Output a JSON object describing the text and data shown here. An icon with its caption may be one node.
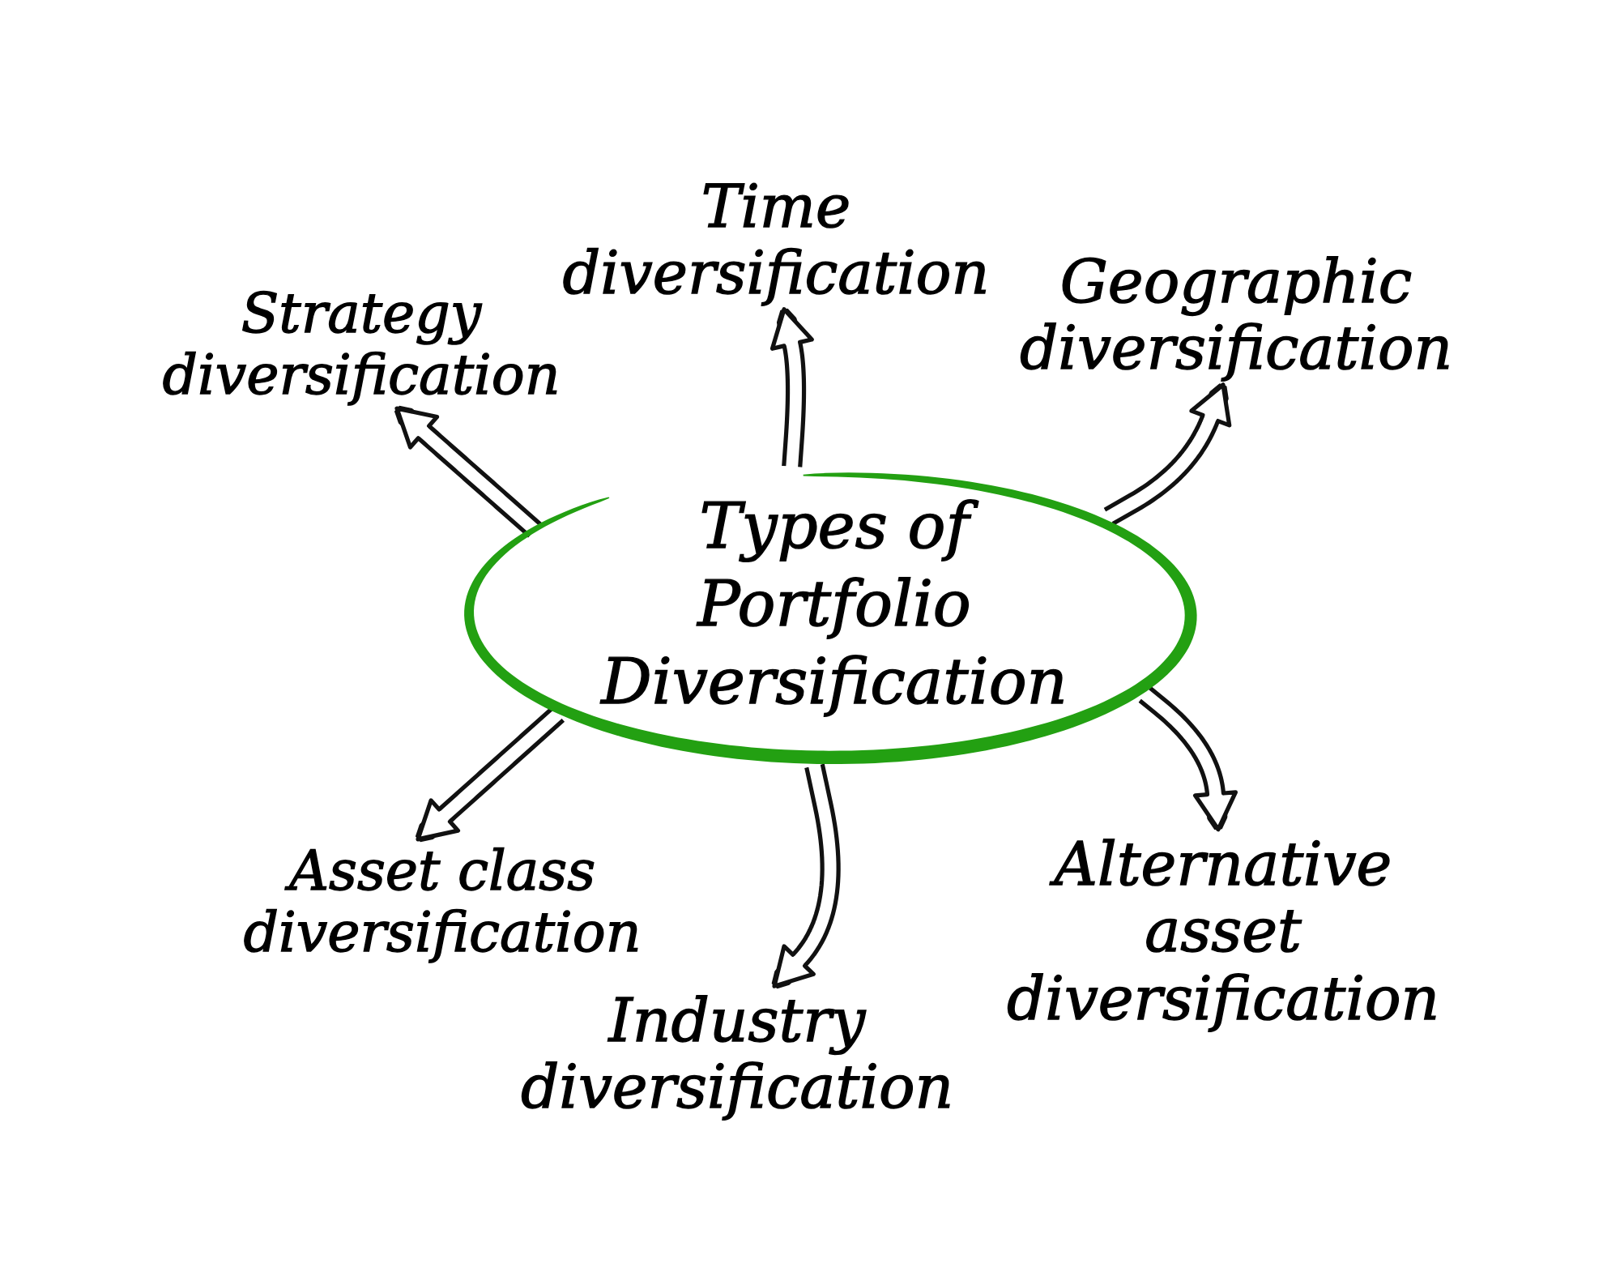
{
  "diagram": {
    "nodes": [
      {
        "text": [
          "Types of Portfolio Diversification"
        ]
      },
      {
        "text": [
          "Strategy diversification"
        ]
      },
      {
        "text": [
          "Time diversification"
        ]
      },
      {
        "text": [
          "Geographic diversification"
        ]
      },
      {
        "text": [
          "Asset class diversification"
        ]
      },
      {
        "text": [
          "Industry diversification"
        ]
      },
      {
        "text": [
          "Alternative asset diversification"
        ]
      }
    ],
    "edges": [
      {
        "from": 0,
        "to": 1,
        "arrow": "to"
      },
      {
        "from": 0,
        "to": 2,
        "arrow": "to"
      },
      {
        "from": 0,
        "to": 3,
        "arrow": "to"
      },
      {
        "from": 0,
        "to": 4,
        "arrow": "to"
      },
      {
        "from": 0,
        "to": 5,
        "arrow": "to"
      },
      {
        "from": 0,
        "to": 6,
        "arrow": "to"
      }
    ]
  }
}
